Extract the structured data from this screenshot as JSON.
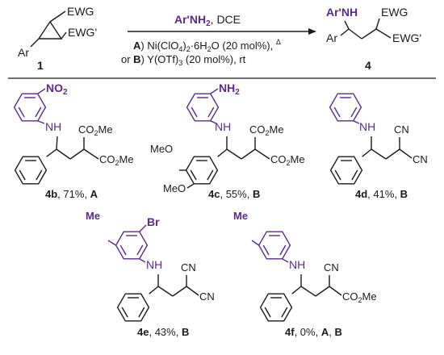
{
  "colors": {
    "ink": "#1a1a1a",
    "purple": "#5b2a86",
    "background": "#ffffff"
  },
  "reaction": {
    "reactant_label": "1",
    "product_label": "4",
    "reactant_ewg": "EWG",
    "reactant_ewg2": "EWG'",
    "reactant_ar": "Ar",
    "product_amine": "Ar'NH",
    "product_ewg": "EWG",
    "product_ewg2": "EWG'",
    "product_ar": "Ar",
    "arrow_top": {
      "reagent_prefix": "Ar'NH",
      "reagent_sub": "2",
      "reagent_suffix": ", DCE"
    },
    "condition_a": {
      "marker": "A",
      "pre": ") Ni(ClO",
      "sub1": "4",
      "mid1": ")",
      "sub2": "2",
      "mid2": "·6H",
      "sub3": "2",
      "post": "O (20 mol%), ",
      "heat": "Δ"
    },
    "condition_b": {
      "pre": "or ",
      "marker": "B",
      "post": ") Y(OTf)",
      "sub": "3",
      "post2": " (20 mol%), rt"
    }
  },
  "products": [
    {
      "id": "4b",
      "yield": "71%",
      "conditions": [
        {
          "label": "A"
        }
      ],
      "aryl_sub": {
        "text": "NO",
        "sub": "2"
      },
      "nh": "NH",
      "ewg1": "CO",
      "ewg1_sub": "2",
      "ewg1_tail": "Me",
      "ewg2": "CO",
      "ewg2_sub": "2",
      "ewg2_tail": "Me"
    },
    {
      "id": "4c",
      "yield": "55%",
      "conditions": [
        {
          "label": "B"
        }
      ],
      "aryl_sub": {
        "text": "NH",
        "sub": "2"
      },
      "nh": "NH",
      "ewg1": "CO",
      "ewg1_sub": "2",
      "ewg1_tail": "Me",
      "ewg2": "CO",
      "ewg2_sub": "2",
      "ewg2_tail": "Me",
      "ring_subs": [
        "MeO",
        "MeO"
      ]
    },
    {
      "id": "4d",
      "yield": "41%",
      "conditions": [
        {
          "label": "B"
        }
      ],
      "nh": "NH",
      "ewg1": "CN",
      "ewg2": "CN"
    },
    {
      "id": "4e",
      "yield": "43%",
      "conditions": [
        {
          "label": "B"
        }
      ],
      "aryl_sub": {
        "text": "Br"
      },
      "aryl_sub2": "Me",
      "nh": "NH",
      "ewg1": "CN",
      "ewg2": "CN"
    },
    {
      "id": "4f",
      "yield": "0%",
      "conditions": [
        {
          "label": "A"
        },
        {
          "label": "B"
        }
      ],
      "aryl_sub2": "Me",
      "nh": "NH",
      "ewg1": "CN",
      "ewg2": "CO",
      "ewg2_sub": "2",
      "ewg2_tail": "Me"
    }
  ]
}
